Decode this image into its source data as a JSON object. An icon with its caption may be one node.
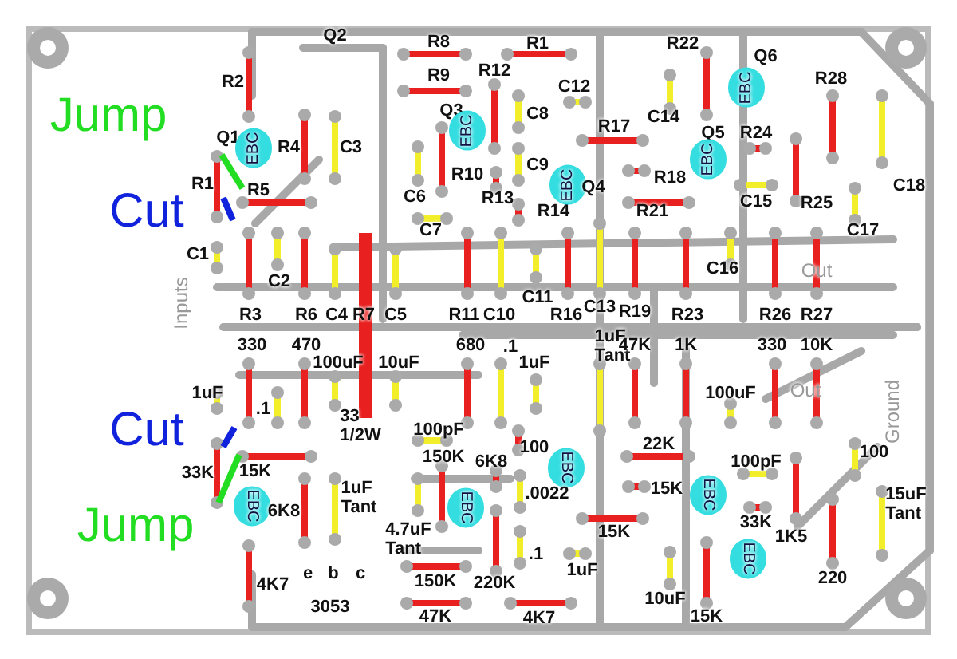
{
  "diagram": {
    "labels": [
      "Q2",
      "R8",
      "R1",
      "R22",
      "Q6",
      "R2",
      "R9",
      "R12",
      "C12",
      "EBC",
      "R28",
      "Jump",
      "Q3",
      "EBC",
      "C8",
      "R17",
      "C14",
      "Q5",
      "R24",
      "Q1",
      "EBC",
      "R4",
      "C3",
      "EBC",
      "Cut",
      "R1",
      "R5",
      "C6",
      "R10",
      "R13",
      "C9",
      "R14",
      "EBC",
      "Q4",
      "R21",
      "R18",
      "C15",
      "R25",
      "C18",
      "C1",
      "C2",
      "C7",
      "C11",
      "C16",
      "Out",
      "C17",
      "Inputs",
      "R3",
      "R6",
      "C4",
      "R7",
      "C5",
      "R11",
      "C10",
      "R16",
      "C13",
      "R19",
      "R23",
      "R26",
      "R27",
      "330",
      "470",
      "680",
      ".1",
      "1uF Tant",
      "47K",
      "1K",
      "330",
      "10K",
      "100uF",
      "10uF",
      "1uF",
      "1uF",
      ".1",
      "100uF",
      "Out",
      "Ground",
      "Cut",
      "33K",
      "15K",
      "33 1/2W",
      "100pF",
      "150K",
      "6K8",
      "100",
      "EBC",
      "22K",
      "100pF",
      "100",
      "Jump",
      "EBC",
      "6K8",
      "1uF Tant",
      "4.7uF Tant",
      "EBC",
      ".0022",
      "15K",
      "15K",
      "EBC",
      "33K",
      "1K5",
      "15uF Tant",
      "4K7",
      "e",
      "b",
      "c",
      "150K",
      "220K",
      ".1",
      "1uF",
      "EBC",
      "220",
      "3053",
      "47K",
      "4K7",
      "10uF",
      "15K"
    ]
  }
}
